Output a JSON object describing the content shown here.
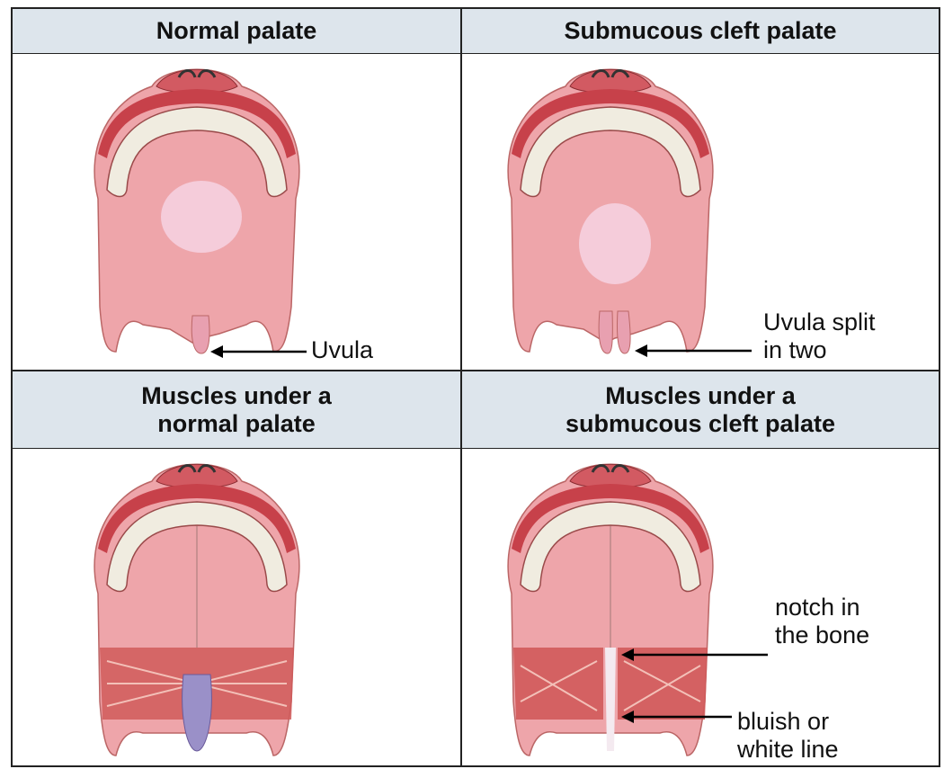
{
  "headers": {
    "top_left": "Normal palate",
    "top_right": "Submucous cleft palate",
    "bottom_left": "Muscles under a\nnormal palate",
    "bottom_right": "Muscles under a\nsubmucous cleft palate"
  },
  "labels": {
    "uvula": "Uvula",
    "uvula_split": "Uvula split\nin two",
    "notch": "notch in\nthe bone",
    "bluish_line": "bluish or\nwhite line"
  },
  "colors": {
    "header_bg": "#dde5ec",
    "palate_pink": "#e99a9e",
    "lip_red": "#c7414a",
    "muscle_red": "#c84a4a",
    "border": "#222222"
  }
}
